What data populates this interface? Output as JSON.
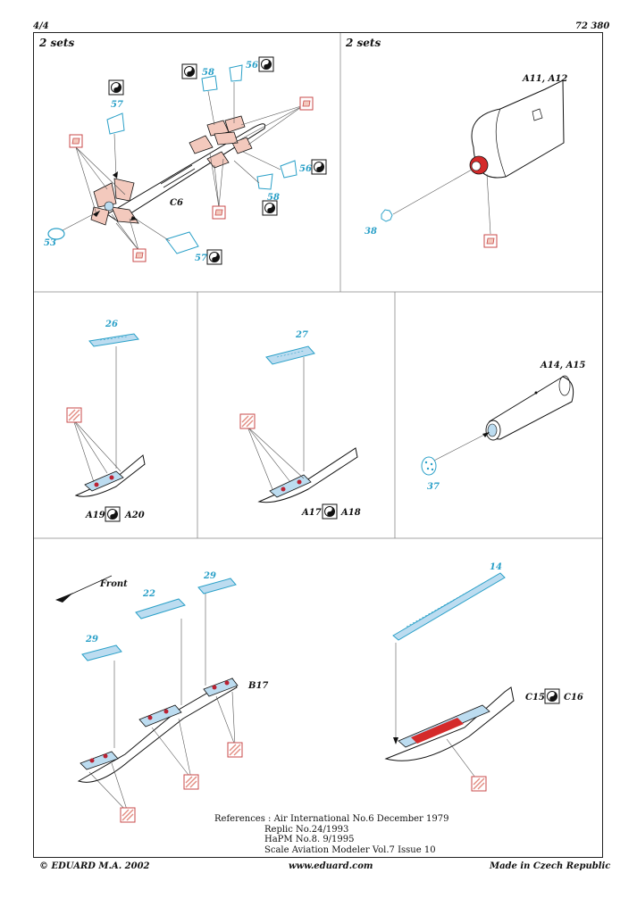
{
  "header": {
    "page": "4/4",
    "code": "72 380"
  },
  "sections": {
    "top_left_sets": "2 sets",
    "top_right_sets": "2 sets"
  },
  "labels": {
    "c6": "C6",
    "a11_a12": "A11, A12",
    "a19": "A19",
    "a20": "A20",
    "a17": "A17",
    "a18": "A18",
    "a14_a15": "A14, A15",
    "front": "Front",
    "b17": "B17",
    "c15": "C15",
    "c16": "C16"
  },
  "part_numbers": {
    "p58a": "58",
    "p56a": "56",
    "p57a": "57",
    "p56b": "56",
    "p58b": "58",
    "p57b": "57",
    "p53": "53",
    "p38": "38",
    "p26": "26",
    "p27": "27",
    "p37": "37",
    "p22": "22",
    "p29a": "29",
    "p29b": "29",
    "p14": "14"
  },
  "references": [
    "References : Air International No.6 December 1979",
    "Replic No.24/1993",
    "HaPM No.8. 9/1995",
    "Scale Aviation Modeler Vol.7 Issue 10"
  ],
  "footer": {
    "copyright": "© EDUARD  M.A. 2002",
    "website": "www.eduard.com",
    "origin": "Made in Czech Republic"
  },
  "colors": {
    "etch_blue": "#2aa0c8",
    "part_pink": "#f3c9bd",
    "part_lightblue": "#bcdcf0",
    "red": "#d42a2a"
  },
  "icon_names": [
    "yin-yang-icon",
    "bend-instruction-icon",
    "arrow-icon"
  ]
}
